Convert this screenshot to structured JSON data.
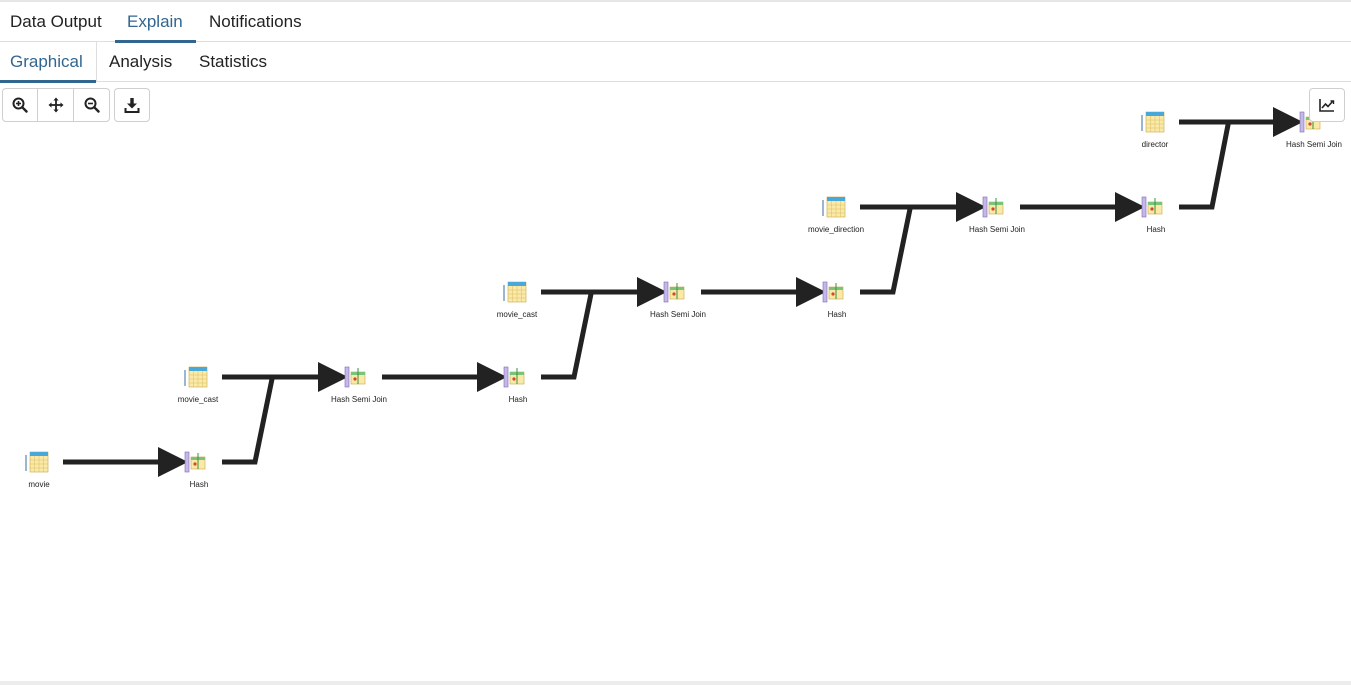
{
  "tabs": {
    "main": [
      {
        "label": "Data Output"
      },
      {
        "label": "Explain"
      },
      {
        "label": "Notifications"
      }
    ],
    "main_active": "Explain",
    "sub": [
      {
        "label": "Graphical"
      },
      {
        "label": "Analysis"
      },
      {
        "label": "Statistics"
      }
    ],
    "sub_active": "Graphical"
  },
  "toolbar": {
    "zoom_in_icon": "zoom-in-icon",
    "fit_icon": "move-arrows-icon",
    "zoom_out_icon": "zoom-out-icon",
    "download_icon": "download-icon",
    "statistics_icon": "chart-line-icon"
  },
  "plan": {
    "nodes": [
      {
        "id": "n1",
        "label": "movie",
        "type": "scan"
      },
      {
        "id": "n2",
        "label": "Hash",
        "type": "hash"
      },
      {
        "id": "n3",
        "label": "movie_cast",
        "type": "scan"
      },
      {
        "id": "n4",
        "label": "Hash Semi Join",
        "type": "hash"
      },
      {
        "id": "n5",
        "label": "Hash",
        "type": "hash"
      },
      {
        "id": "n6",
        "label": "movie_cast",
        "type": "scan"
      },
      {
        "id": "n7",
        "label": "Hash Semi Join",
        "type": "hash"
      },
      {
        "id": "n8",
        "label": "Hash",
        "type": "hash"
      },
      {
        "id": "n9",
        "label": "movie_direction",
        "type": "scan"
      },
      {
        "id": "n10",
        "label": "Hash Semi Join",
        "type": "hash"
      },
      {
        "id": "n11",
        "label": "Hash",
        "type": "hash"
      },
      {
        "id": "n12",
        "label": "director",
        "type": "scan"
      },
      {
        "id": "n13",
        "label": "Hash Semi Join",
        "type": "hash"
      }
    ]
  },
  "colors": {
    "accent": "#326690",
    "edge": "#222222",
    "table_icon_fill": "#fbe9a8",
    "table_icon_header": "#4aa8d8"
  }
}
